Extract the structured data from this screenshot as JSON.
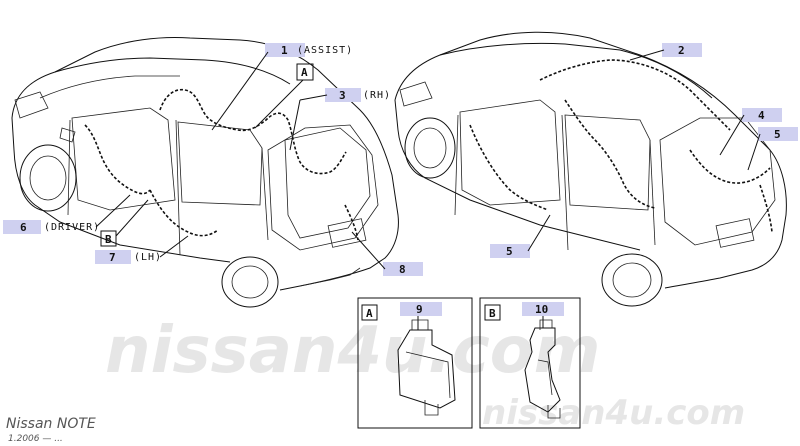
{
  "callouts": {
    "c1": {
      "number": "1",
      "label": "(ASSIST)"
    },
    "c2": {
      "number": "2"
    },
    "c3": {
      "number": "3",
      "label": "(RH)"
    },
    "c4": {
      "number": "4"
    },
    "c5a": {
      "number": "5"
    },
    "c5b": {
      "number": "5"
    },
    "c6": {
      "number": "6",
      "label": "(DRIVER)"
    },
    "c7": {
      "number": "7",
      "label": "(LH)"
    },
    "c8": {
      "number": "8"
    },
    "c9": {
      "number": "9"
    },
    "c10": {
      "number": "10"
    }
  },
  "detail_refs": {
    "a_car": "A",
    "b_car": "B",
    "a_box": "A",
    "b_box": "B"
  },
  "watermark": {
    "center": "nissan4u.com",
    "corner": "nissan4u.com"
  },
  "brand": {
    "model": "Nissan NOTE",
    "date": "1.2006 — ..."
  },
  "colors": {
    "tag": "#cfd0f0",
    "ink": "#111111",
    "watermark": "#e6e6e6"
  }
}
